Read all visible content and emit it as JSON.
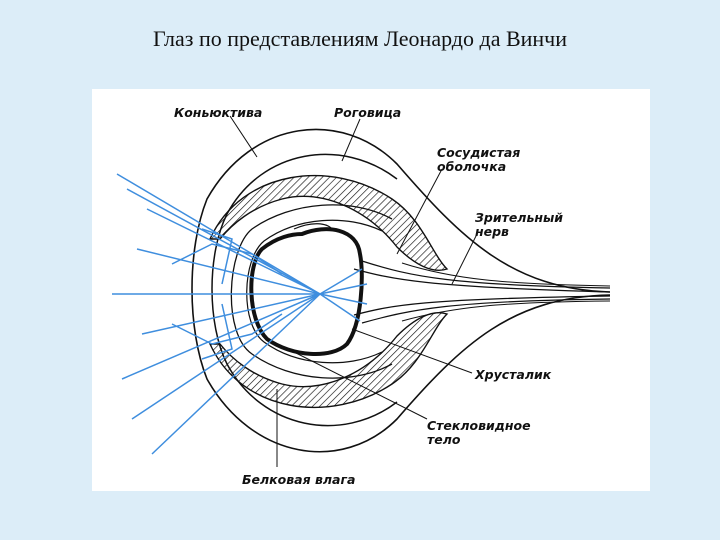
{
  "title": "Глаз по представлениям Леонардо да Винчи",
  "diagram": {
    "labels": {
      "conjunctiva": "Коньюктива",
      "cornea": "Роговица",
      "vascular_1": "Сосудистая",
      "vascular_2": "оболочка",
      "optic_1": "Зрительный",
      "optic_2": "нерв",
      "lens": "Хрусталик",
      "vitreous_1": "Стекловидное",
      "vitreous_2": "тело",
      "albumin": "Белковая влага"
    },
    "colors": {
      "rays": "#3f8ede",
      "lines": "#111111",
      "background": "#dcedf8"
    }
  }
}
